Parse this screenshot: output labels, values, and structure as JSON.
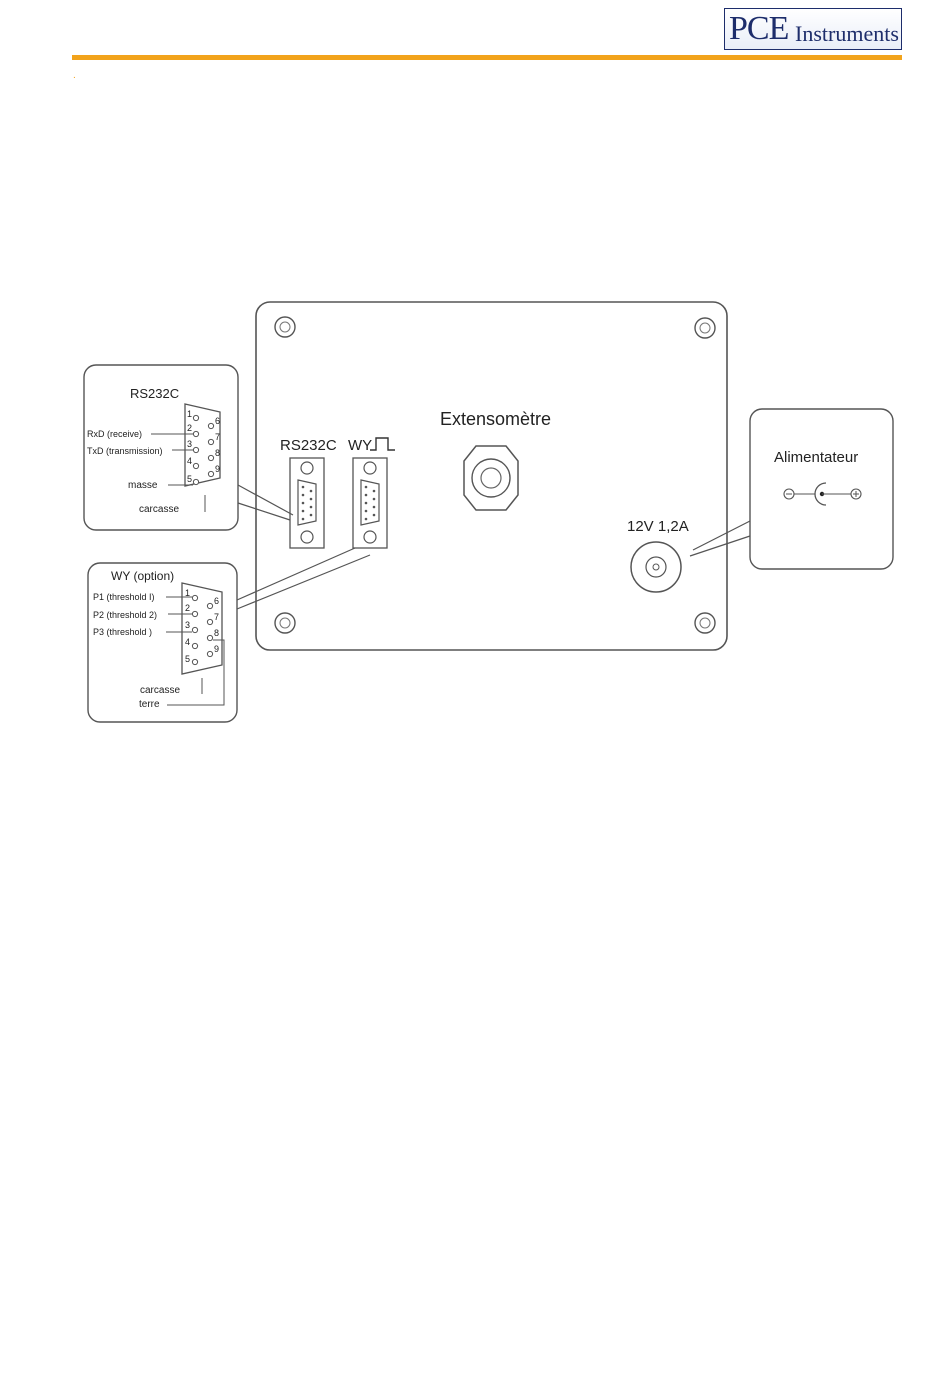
{
  "header": {
    "logo_text": "PCE Instruments",
    "marker": "."
  },
  "panel": {
    "extensometer_label": "Extensomètre",
    "rs232_label": "RS232C",
    "wy_label": "WY",
    "power_label": "12V 1,2A"
  },
  "rs232_callout": {
    "title": "RS232C",
    "pins_left": [
      "1",
      "2",
      "3",
      "4",
      "5"
    ],
    "pins_right": [
      "6",
      "7",
      "8",
      "9"
    ],
    "rxd": "RxD (receive)",
    "txd": "TxD (transmission)",
    "masse": "masse",
    "carcasse": "carcasse"
  },
  "wy_callout": {
    "title": "WY (option)",
    "pins_left": [
      "1",
      "2",
      "3",
      "4",
      "5"
    ],
    "pins_right": [
      "6",
      "7",
      "8",
      "9"
    ],
    "p1": "P1 (threshold I)",
    "p2": "P2 (threshold 2)",
    "p3": "P3 (threshold )",
    "carcasse": "carcasse",
    "terre": "terre"
  },
  "power_callout": {
    "title": "Alimentateur"
  },
  "colors": {
    "accent": "#f2a31b",
    "brand": "#1d2d6b",
    "line": "#444444"
  }
}
